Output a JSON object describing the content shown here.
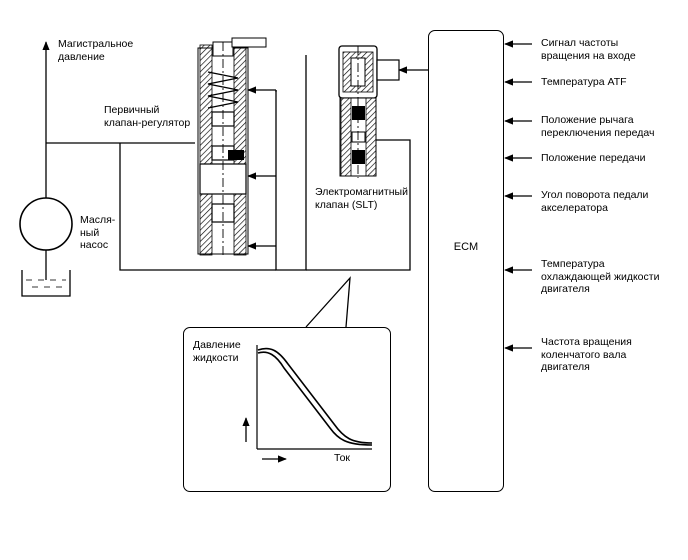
{
  "labels": {
    "main_pressure": "Магистральное\nдавление",
    "primary_regulator": "Первичный\nклапан-регулятор",
    "oil_pump": "Масля-\nный\nнасос",
    "solenoid": "Электромагнитный\nклапан (SLT)",
    "ecm": "ECM",
    "graph_ylabel": "Давление\nжидкости",
    "graph_xlabel": "Ток"
  },
  "inputs": [
    {
      "label": "Сигнал частоты\nвращения на входе"
    },
    {
      "label": "Температура ATF"
    },
    {
      "label": "Положение рычага\nпереключения передач"
    },
    {
      "label": "Положение передачи"
    },
    {
      "label": "Угол поворота педали\nакселератора"
    },
    {
      "label": "Температура\nохлаждающей жидкости\nдвигателя"
    },
    {
      "label": "Частота вращения\nколенчатого вала\nдвигателя"
    }
  ]
}
